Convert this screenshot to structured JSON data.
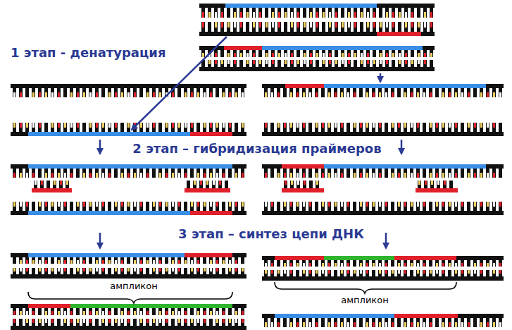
{
  "diagram": {
    "labels": [
      "1 этап - денатурация",
      "2 этап – гибридизация праймеров",
      "3 этап – синтез цепи ДНК",
      "ампликон",
      "ампликон"
    ]
  }
}
